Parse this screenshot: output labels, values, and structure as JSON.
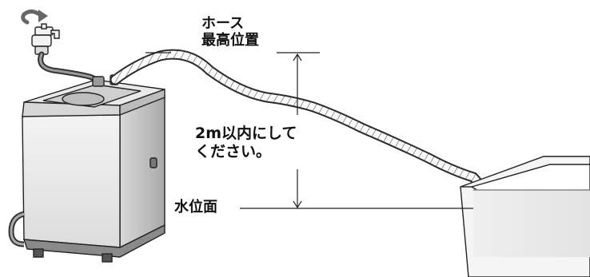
{
  "labels": {
    "hose_highest_line1": "ホース",
    "hose_highest_line2": "最高位置",
    "height_limit_line1": "2m以内にして",
    "height_limit_line2": "ください。",
    "water_level": "水位面"
  },
  "icons": {
    "faucet": "faucet-icon",
    "rotate_arrow": "rotate-arrow-icon"
  }
}
